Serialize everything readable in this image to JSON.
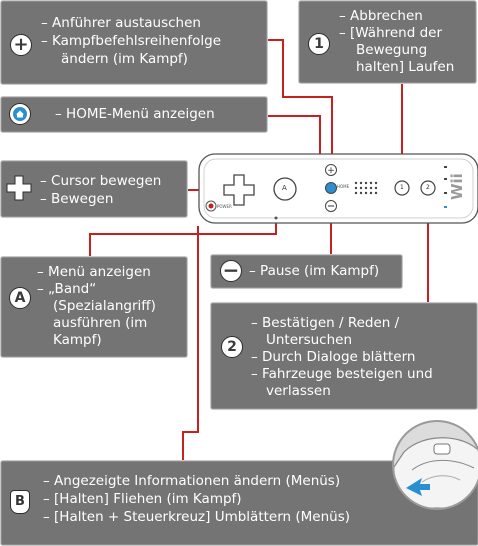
{
  "boxes": {
    "plus": {
      "button": "+",
      "lines": [
        "– Anführer austauschen",
        "– Kampfbefehlsreihenfolge",
        "ändern (im Kampf)"
      ]
    },
    "one": {
      "button": "1",
      "lines": [
        "– Abbrechen",
        "– [Während der",
        "Bewegung",
        "halten] Laufen"
      ]
    },
    "home": {
      "lines": [
        "– HOME-Menü anzeigen"
      ]
    },
    "dpad": {
      "lines": [
        "– Cursor bewegen",
        "– Bewegen"
      ]
    },
    "minus": {
      "lines": [
        "– Pause (im Kampf)"
      ]
    },
    "a": {
      "button": "A",
      "lines": [
        "– Menü anzeigen",
        "– „Band“",
        "(Spezialangriff)",
        "ausführen (im",
        "Kampf)"
      ]
    },
    "two": {
      "button": "2",
      "lines": [
        "– Bestätigen / Reden /",
        "Untersuchen",
        "– Durch Dialoge blättern",
        "– Fahrzeuge besteigen und",
        "verlassen"
      ]
    },
    "b": {
      "button": "B",
      "lines": [
        "– Angezeigte Informationen ändern (Menüs)",
        "– [Halten] Fliehen (im Kampf)",
        "– [Halten + Steuerkreuz] Umblättern (Menüs)"
      ]
    }
  },
  "remote": {
    "logo": "Wii",
    "a_label": "A",
    "home_label": "HOME",
    "power_label": "POWER",
    "btn1": "1",
    "btn2": "2"
  },
  "colors": {
    "box_bg": "#747474",
    "line_red": "#c8201e",
    "home_blue": "#2a8fd0"
  }
}
